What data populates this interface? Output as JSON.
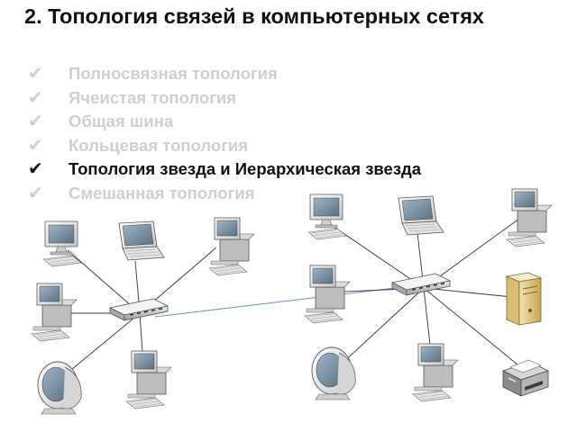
{
  "slide": {
    "title": "2. Топология связей в компьютерных сетях",
    "check_icon": "✔",
    "bullets": [
      {
        "label": "Полносвязная топология",
        "active": false
      },
      {
        "label": "Ячеистая топология",
        "active": false
      },
      {
        "label": "Общая шина",
        "active": false
      },
      {
        "label": "Кольцевая топология",
        "active": false
      },
      {
        "label": "Топология звезда и Иерархическая звезда",
        "active": true
      },
      {
        "label": "Смешанная топология",
        "active": false
      }
    ],
    "colors": {
      "active_text": "#111111",
      "inactive_text": "#cfcfcf",
      "trunk_link": "#6f8fc7",
      "link": "#333333"
    },
    "diagram": {
      "hub_icon": "network-switch-icon",
      "node_icons": [
        "crt-monitor-icon",
        "laptop-icon",
        "desktop-pc-icon",
        "server-tower-icon",
        "printer-icon"
      ]
    }
  }
}
